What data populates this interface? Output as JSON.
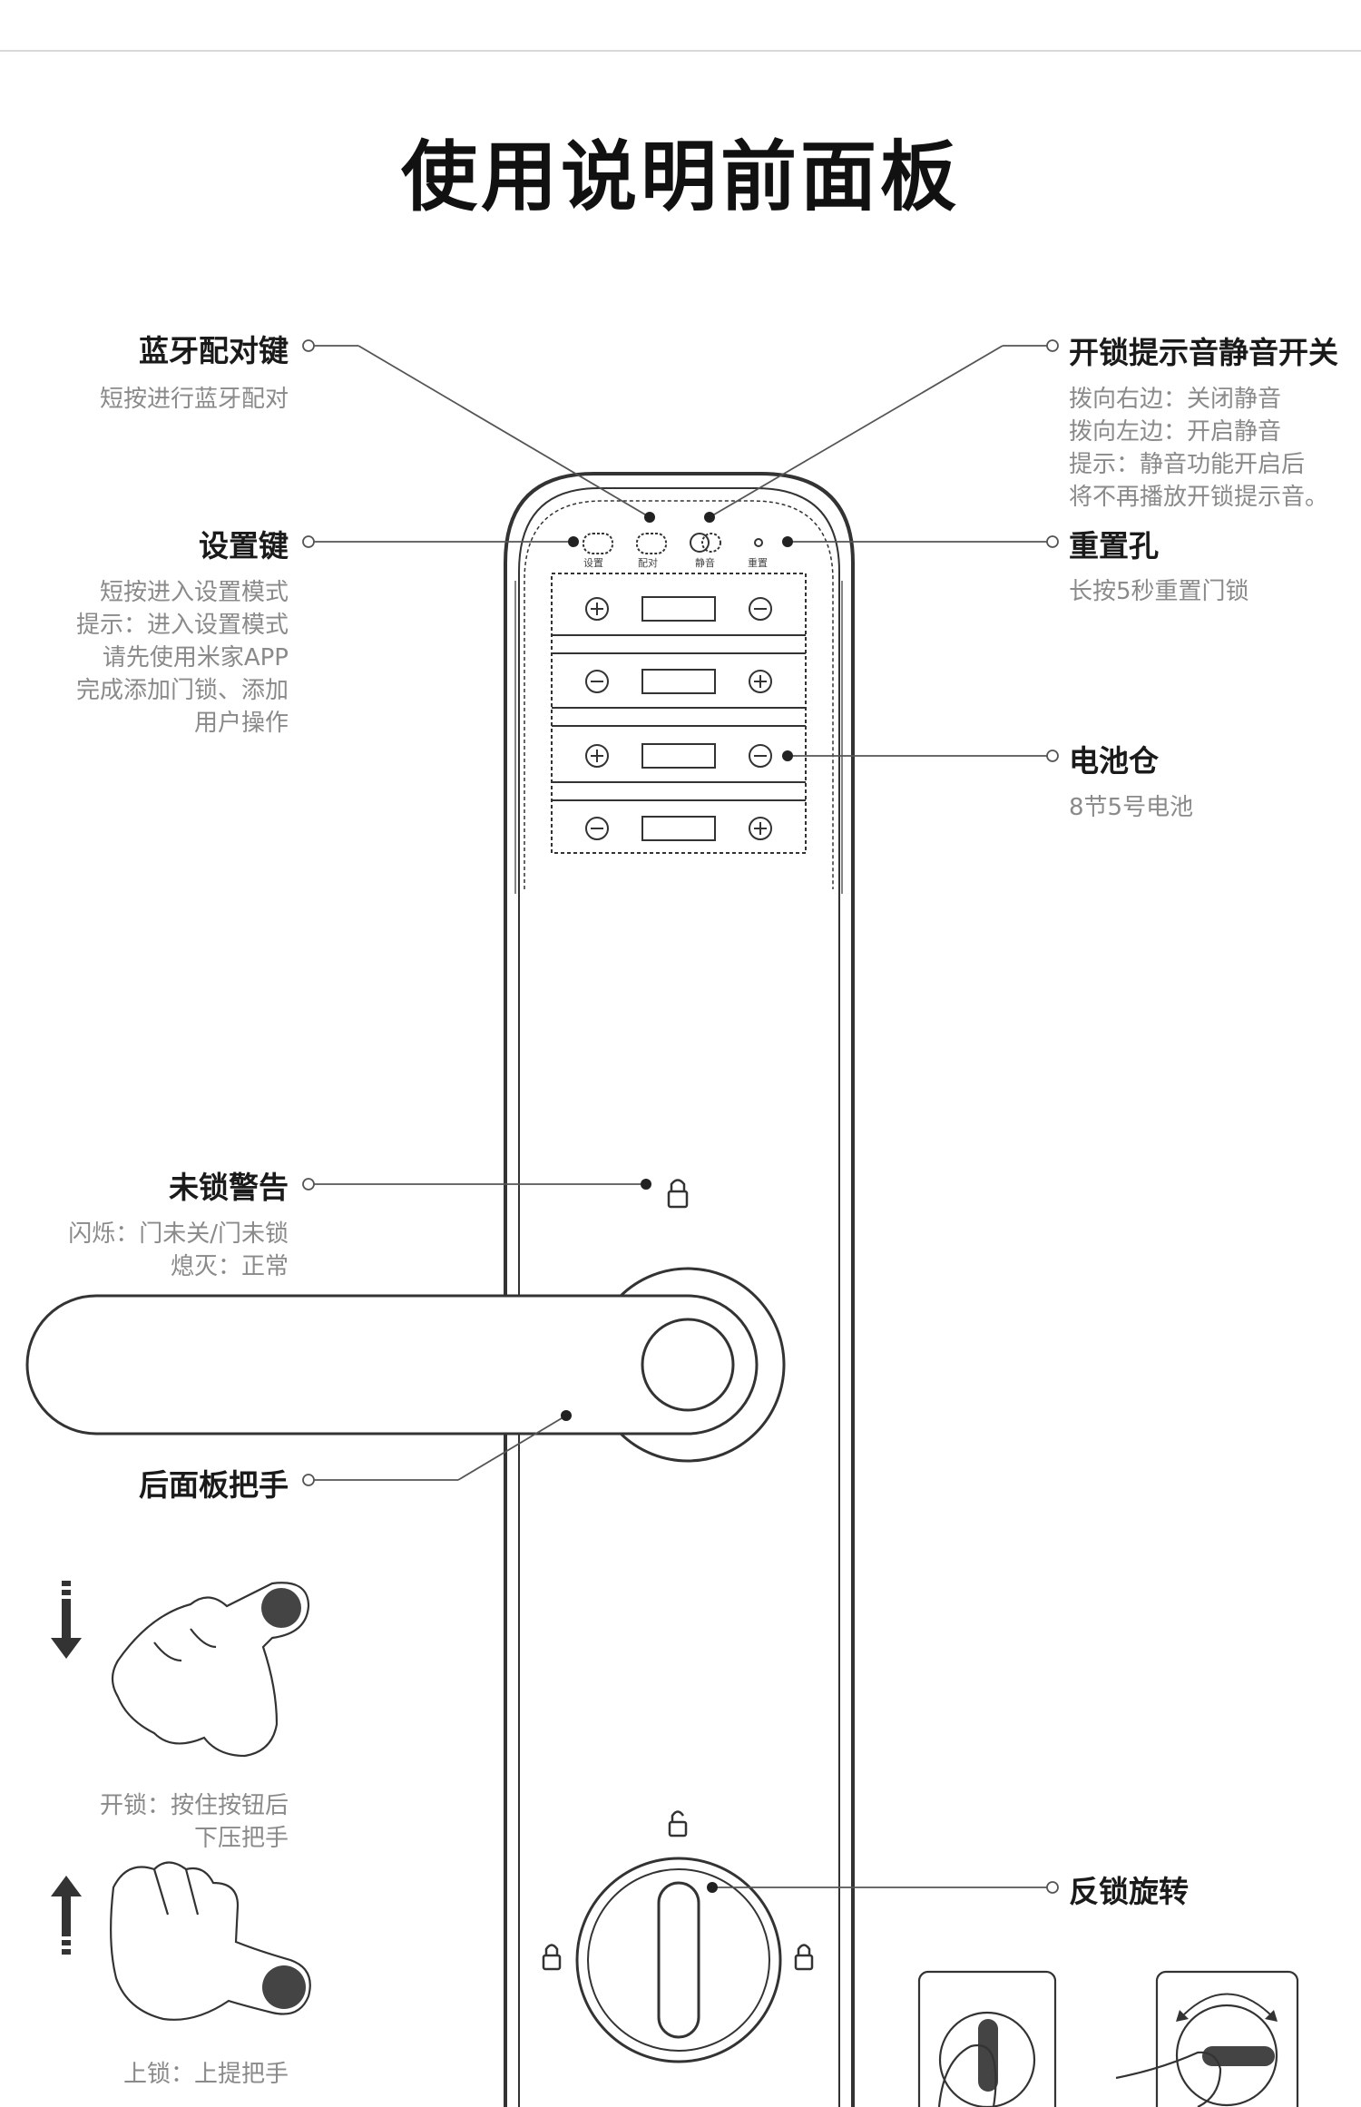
{
  "title": "使用说明前面板",
  "callouts": {
    "bluetooth": {
      "label": "蓝牙配对键",
      "desc": "短按进行蓝牙配对"
    },
    "settings": {
      "label": "设置键",
      "desc": "短按进入设置模式\n提示：进入设置模式\n请先使用米家APP\n完成添加门锁、添加\n用户操作"
    },
    "mute": {
      "label": "开锁提示音静音开关",
      "desc": "拨向右边：关闭静音\n拨向左边：开启静音\n提示：静音功能开启后\n将不再播放开锁提示音。"
    },
    "reset": {
      "label": "重置孔",
      "desc": "长按5秒重置门锁"
    },
    "battery": {
      "label": "电池仓",
      "desc": "8节5号电池"
    },
    "unlock_warning": {
      "label": "未锁警告",
      "desc": "闪烁：门未关/门未锁\n熄灭：正常"
    },
    "handle": {
      "label": "后面板把手"
    },
    "unlock_instruction": {
      "desc": "开锁：按住按钮后\n下压把手"
    },
    "lock_instruction": {
      "desc": "上锁：上提把手"
    },
    "deadbolt": {
      "label": "反锁旋转"
    }
  },
  "panel_buttons": [
    "设置",
    "配对",
    "静音",
    "重置"
  ],
  "icons": {
    "unlock_warning": "padlock-icon",
    "knob_top": "padlock-open-icon",
    "knob_left": "padlock-icon",
    "knob_right": "padlock-icon",
    "down_arrow": "arrow-down-icon",
    "up_arrow": "arrow-up-icon"
  },
  "colors": {
    "line": "#333333",
    "text": "#1a1a1a",
    "desc": "#8a8a8a"
  }
}
